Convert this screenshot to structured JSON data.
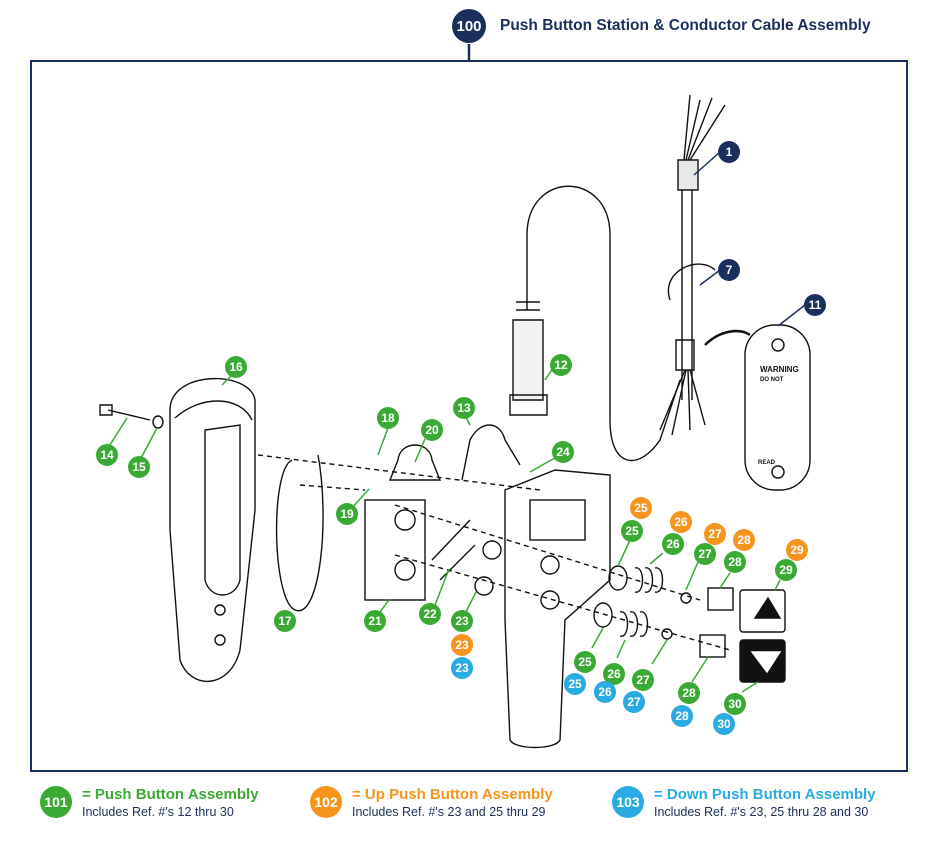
{
  "header": {
    "ref": "100",
    "title": "Push Button Station & Conductor Cable Assembly"
  },
  "colors": {
    "navy": "#1b2f5c",
    "green": "#3aaa35",
    "orange": "#f7941d",
    "blue": "#29abe2"
  },
  "callouts": {
    "c1": "1",
    "c7": "7",
    "c11": "11",
    "c12": "12",
    "c13": "13",
    "c14": "14",
    "c15": "15",
    "c16": "16",
    "c17": "17",
    "c18": "18",
    "c19": "19",
    "c20": "20",
    "c21": "21",
    "c22": "22",
    "c23": "23",
    "c24": "24",
    "c25": "25",
    "c26": "26",
    "c27": "27",
    "c28": "28",
    "c29": "29",
    "c30": "30"
  },
  "warning_plate": {
    "heading": "WARNING",
    "sub": "DO NOT",
    "footer": "READ"
  },
  "legend": [
    {
      "ref": "101",
      "title": "= Push Button Assembly",
      "note": "Includes Ref. #'s 12 thru 30"
    },
    {
      "ref": "102",
      "title": "= Up Push Button Assembly",
      "note": "Includes Ref. #'s 23 and 25 thru 29"
    },
    {
      "ref": "103",
      "title": "= Down Push Button Assembly",
      "note": "Includes Ref. #'s 23, 25 thru 28 and 30"
    }
  ]
}
